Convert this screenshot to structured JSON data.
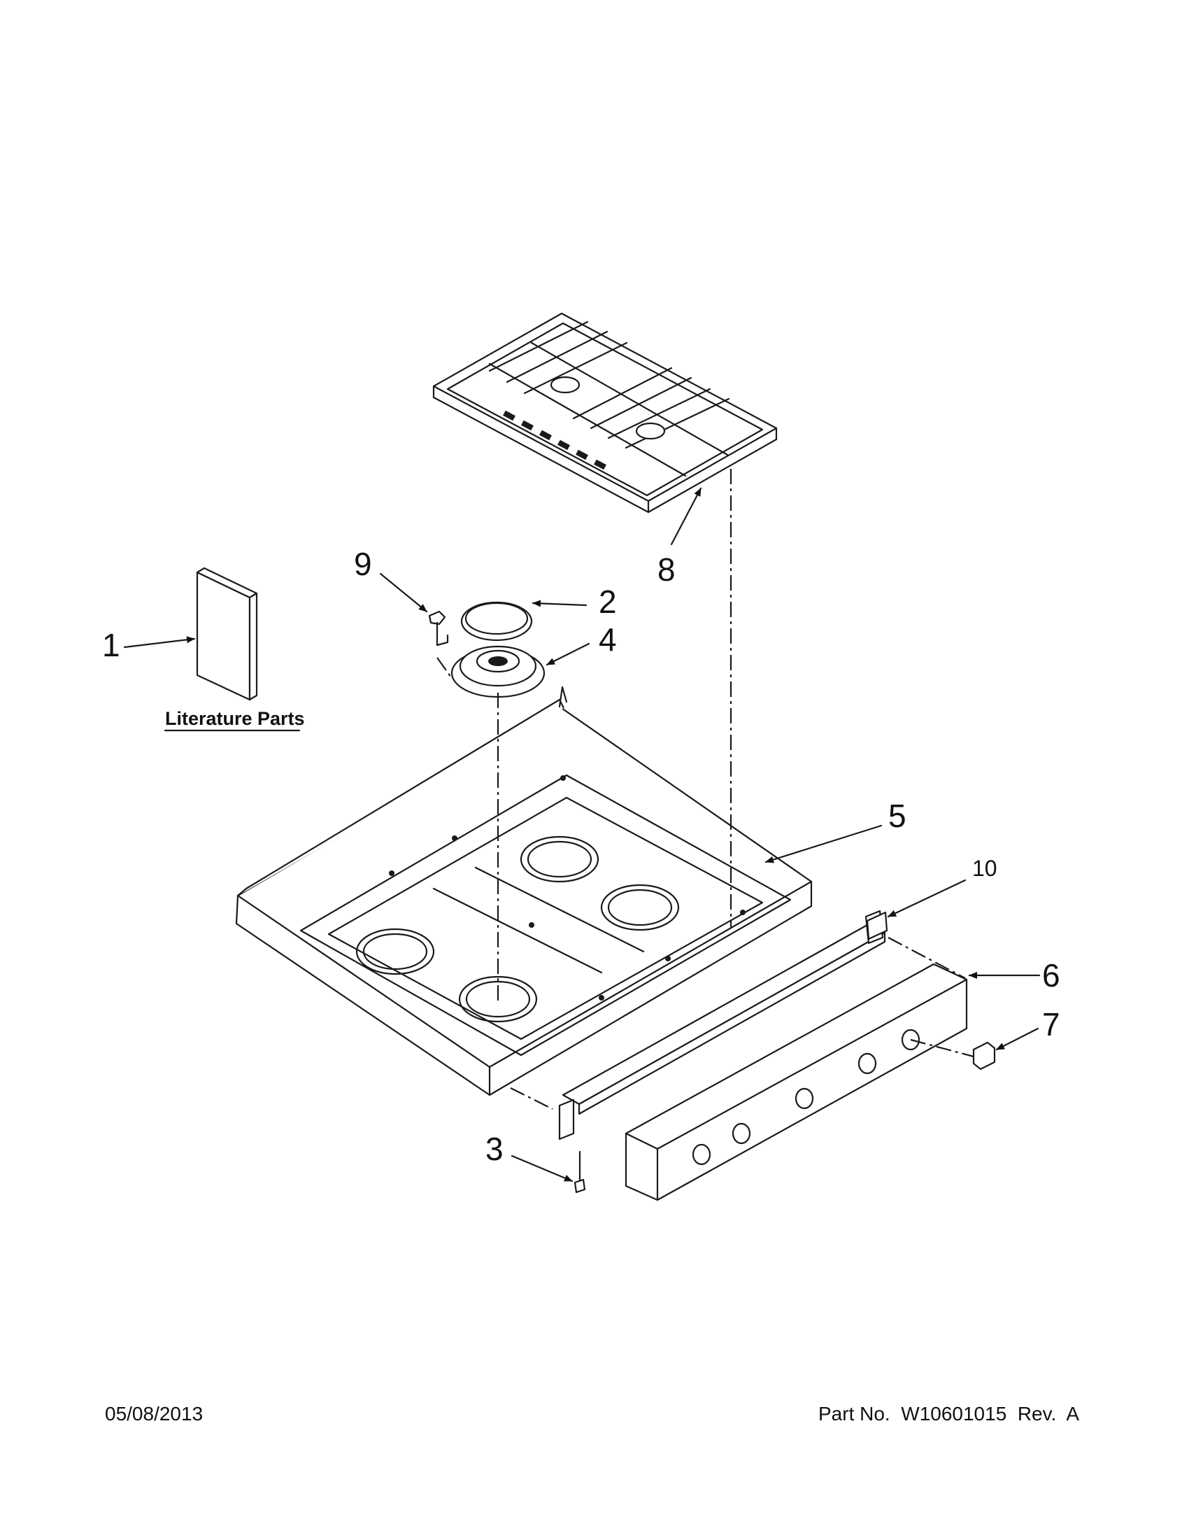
{
  "callouts": [
    {
      "id": "1",
      "label": "1"
    },
    {
      "id": "2",
      "label": "2"
    },
    {
      "id": "3",
      "label": "3"
    },
    {
      "id": "4",
      "label": "4"
    },
    {
      "id": "5",
      "label": "5"
    },
    {
      "id": "6",
      "label": "6"
    },
    {
      "id": "7",
      "label": "7"
    },
    {
      "id": "8",
      "label": "8"
    },
    {
      "id": "9",
      "label": "9"
    },
    {
      "id": "10",
      "label": "10"
    }
  ],
  "literature_label": "Literature Parts",
  "footer": {
    "date": "05/08/2013",
    "part_no": "Part No.  W10601015  Rev.  A"
  }
}
